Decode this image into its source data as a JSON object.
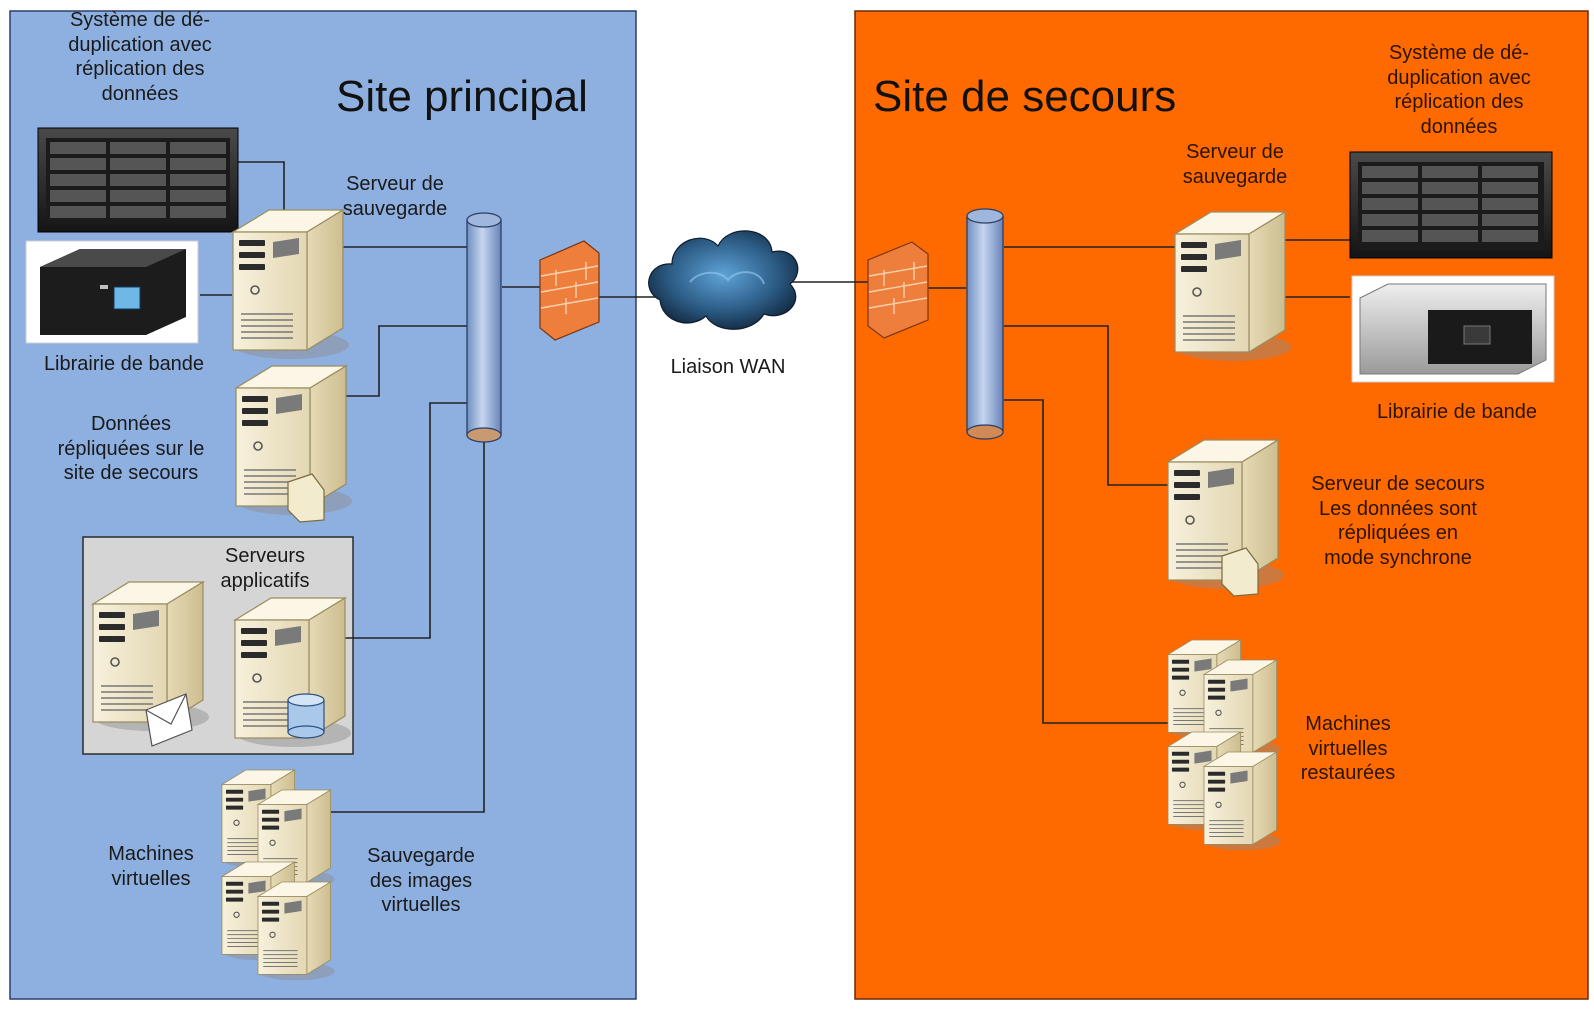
{
  "colors": {
    "primary_site": "#8eb0e0",
    "backup_site": "#ff6a00",
    "app_group": "#d5d5d5",
    "line": "#222222",
    "server_body": "#f2ead2",
    "firewall": "#ee7e3c",
    "cloud": "#2e5f86"
  },
  "primary_site": {
    "title": "Site principal",
    "dedup_label": "Système de dé-\nduplication avec\nréplication des\ndonnées",
    "backup_server_label": "Serveur de\nsauvegarde",
    "tape_label": "Librairie de bande",
    "replicated_data_label": "Données\nrépliquées sur le\nsite de secours",
    "app_servers_label": "Serveurs\napplicatifs",
    "vm_label": "Machines\nvirtuelles",
    "vm_backup_label": "Sauvegarde\ndes images\nvirtuelles"
  },
  "wan": {
    "label": "Liaison WAN"
  },
  "backup_site": {
    "title": "Site de secours",
    "dedup_label": "Système de dé-\nduplication avec\nréplication des\ndonnées",
    "backup_server_label": "Serveur de\nsauvegarde",
    "tape_label": "Librairie de bande",
    "standby_server_label": "Serveur de secours\nLes données sont\nrépliquées en\nmode synchrone",
    "restored_vm_label": "Machines\nvirtuelles\nrestaurées"
  }
}
